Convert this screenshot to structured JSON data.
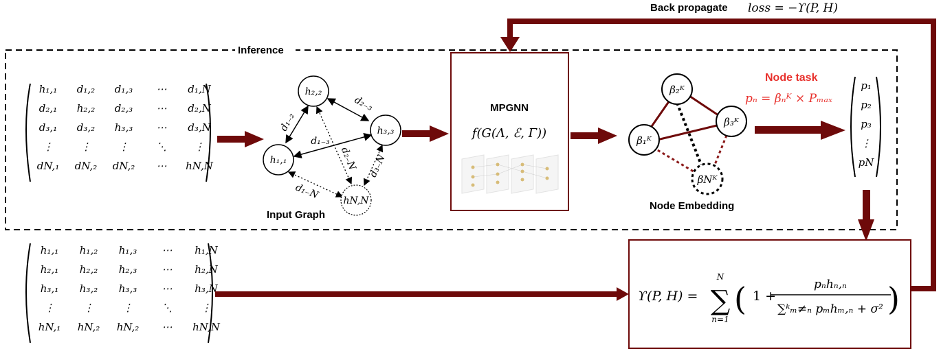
{
  "labels": {
    "inference": "Inference",
    "back_propagate": "Back propagate",
    "loss": "loss = −ϒ(P, H)",
    "input_graph": "Input Graph",
    "mpgnn_title": "MPGNN",
    "mpgnn_func": "f(G(Λ, ℰ, Γ))",
    "node_embedding": "Node Embedding",
    "node_task": "Node task",
    "node_task_formula": "pₙ = βₙᴷ × Pₘₐₓ",
    "objective_lhs": "ϒ(P, H) =",
    "sum_upper": "N",
    "sum_lower": "n=1",
    "frac_num": "pₙhₙ,ₙ",
    "frac_den": "∑ᵏₘ≠ₙ pₘhₘ,ₙ + σ²"
  },
  "input_matrix": [
    [
      "h₁,₁",
      "d₁,₂",
      "d₁,₃",
      "⋯",
      "d₁,N"
    ],
    [
      "d₂,₁",
      "h₂,₂",
      "d₂,₃",
      "⋯",
      "d₂,N"
    ],
    [
      "d₃,₁",
      "d₃,₂",
      "h₃,₃",
      "⋯",
      "d₃,N"
    ],
    [
      "⋮",
      "⋮",
      "⋮",
      "⋱",
      "⋮"
    ],
    [
      "dN,₁",
      "dN,₂",
      "dN,₂",
      "⋯",
      "hN,N"
    ]
  ],
  "h_matrix": [
    [
      "h₁,₁",
      "h₁,₂",
      "h₁,₃",
      "⋯",
      "h₁,N"
    ],
    [
      "h₂,₁",
      "h₂,₂",
      "h₂,₃",
      "⋯",
      "h₂,N"
    ],
    [
      "h₃,₁",
      "h₃,₂",
      "h₃,₃",
      "⋯",
      "h₃,N"
    ],
    [
      "⋮",
      "⋮",
      "⋮",
      "⋱",
      "⋮"
    ],
    [
      "hN,₁",
      "hN,₂",
      "hN,₂",
      "⋯",
      "hN,N"
    ]
  ],
  "output_vector": [
    "p₁",
    "p₂",
    "p₃",
    "⋮",
    "pN"
  ],
  "graph": {
    "nodes": [
      "h₂,₂",
      "h₃,₃",
      "h₁,₁",
      "hN,N"
    ],
    "edges": [
      "d₁₋₂",
      "d₂₋₃",
      "d₁₋₃",
      "d₂₋N",
      "d₃₋N",
      "d₁₋N"
    ]
  },
  "embedding": {
    "nodes": [
      "β₂ᴷ",
      "β₃ᴷ",
      "β₁ᴷ",
      "βNᴷ"
    ]
  },
  "colors": {
    "arrow": "#6e0a0a",
    "node_task": "#e8302c"
  }
}
